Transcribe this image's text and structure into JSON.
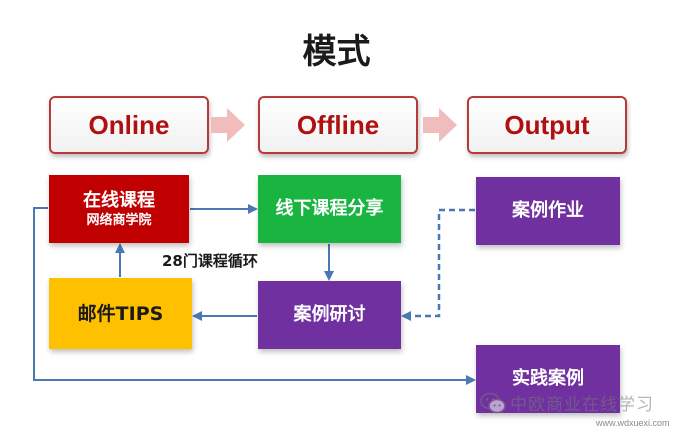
{
  "title": "模式",
  "phases": {
    "online": "Online",
    "offline": "Offline",
    "output": "Output"
  },
  "boxes": {
    "online_main": "在线课程",
    "online_sub": "网络商学院",
    "offline_main": "线下课程分享",
    "output_main": "案例作业",
    "tips_main": "邮件TIPS",
    "case_main": "案例研讨",
    "practice_main": "实践案例"
  },
  "loop_label": "28门课程循环",
  "watermark": {
    "text": "中欧商业在线学习",
    "url": "www.wdxuexi.com"
  },
  "colors": {
    "phase_border": "#b63a3a",
    "phase_text": "#b01010",
    "online_box": "#c00000",
    "offline_box": "#1ab541",
    "purple_box": "#7030a0",
    "tips_box": "#ffc000",
    "arrow": "#4a78b5",
    "chevron": "#f0bcbc"
  },
  "icons": {
    "chevron": "right-chevron-arrow",
    "watermark": "wechat-icon"
  }
}
